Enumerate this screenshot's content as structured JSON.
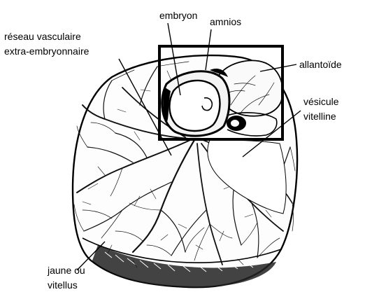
{
  "labels": {
    "embryon": "embryon",
    "amnios": "amnios",
    "reseau_line1": "réseau vasculaire",
    "reseau_line2": "extra-embryonnaire",
    "allantoide": "allantoïde",
    "vesicule_line1": "vésicule",
    "vesicule_line2": "vitelline",
    "jaune_line1": "jaune ou",
    "jaune_line2": "vitellus"
  }
}
